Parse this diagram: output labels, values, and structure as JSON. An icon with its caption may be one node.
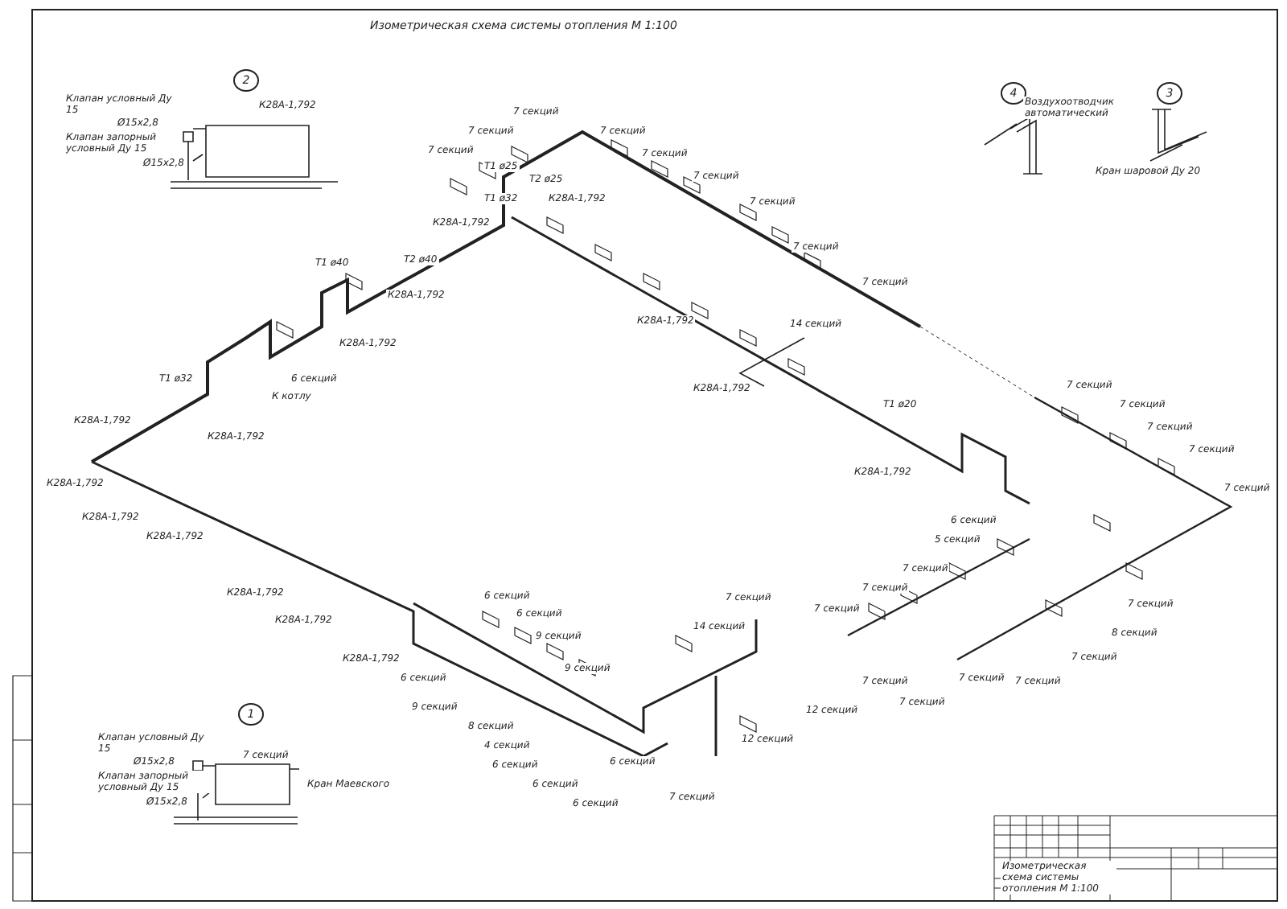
{
  "diagram": {
    "title": "Изометрическая схема системы отопления М 1:100",
    "labels": [
      "2",
      "Клапан условный Ду 15",
      "Ø15х2,8",
      "Клапан запорный условный Ду 15",
      "Ø15х2,8",
      "К28А-1,792",
      "4",
      "Воздухоотводчик автоматический",
      "3",
      "Кран шаровой Ду 20",
      "7 секций",
      "7 секций",
      "7 секций",
      "T1 ø25",
      "T2 ø25",
      "T1 ø32",
      "К28А-1,792",
      "К28А-1,792",
      "T1 ø40",
      "T2 ø40",
      "К28А-1,792",
      "К28А-1,792",
      "6 секций",
      "К котлу",
      "К28А-1,792",
      "T1 ø32",
      "К28А-1,792",
      "К28А-1,792",
      "К28А-1,792",
      "К28А-1,792",
      "К28А-1,792",
      "К28А-1,792",
      "К28А-1,792",
      "7 секций",
      "7 секций",
      "7 секций",
      "7 секций",
      "7 секций",
      "7 секций",
      "14 секций",
      "К28А-1,792",
      "К28А-1,792",
      "К28А-1,792",
      "T1 ø20",
      "7 секций",
      "7 секций",
      "7 секций",
      "7 секций",
      "7 секций",
      "6 секций",
      "5 секций",
      "6 секций",
      "6 секций",
      "9 секций",
      "9 секций",
      "6 секций",
      "9 секций",
      "8 секций",
      "4 секций",
      "6 секций",
      "6 секций",
      "6 секций",
      "7 секций",
      "14 секций",
      "12 секций",
      "12 секций",
      "7 секций",
      "6 секций",
      "7 секций",
      "7 секций",
      "7 секций",
      "7 секций",
      "7 секций",
      "7 секций",
      "8 секций",
      "7 секций",
      "7 секций",
      "7 секций",
      "1",
      "Клапан условный Ду 15",
      "Ø15х2,8",
      "Клапан запорный условный Ду 15",
      "Ø15х2,8",
      "7 секций",
      "Кран Маевского",
      "Изометрическая схема системы отопления М 1:100"
    ]
  }
}
